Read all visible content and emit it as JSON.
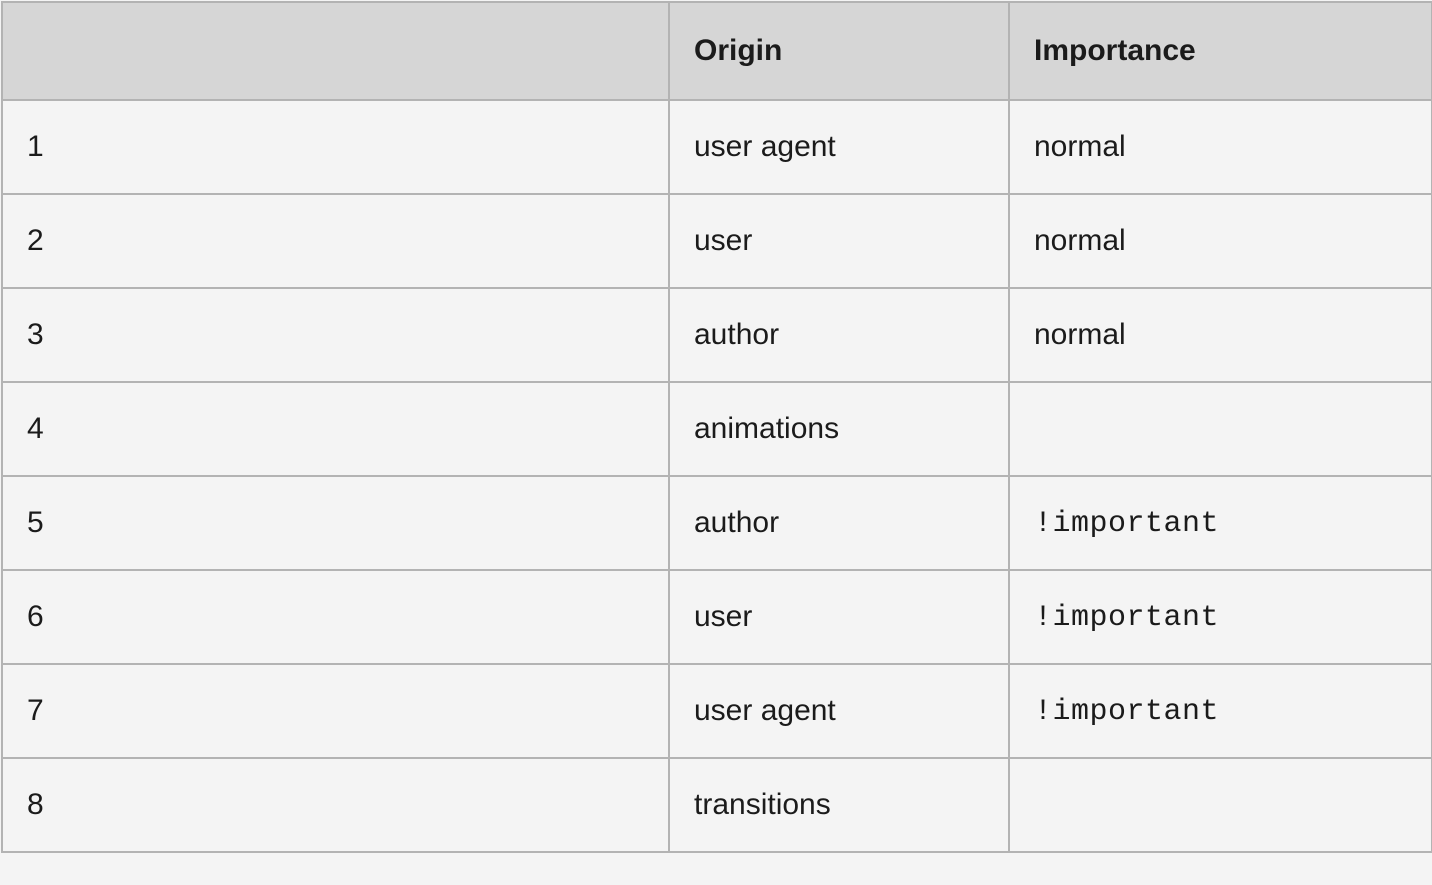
{
  "table": {
    "headers": [
      "",
      "Origin",
      "Importance"
    ],
    "rows": [
      {
        "order": "1",
        "origin": "user agent",
        "importance": "normal",
        "importance_code": false
      },
      {
        "order": "2",
        "origin": "user",
        "importance": "normal",
        "importance_code": false
      },
      {
        "order": "3",
        "origin": "author",
        "importance": "normal",
        "importance_code": false
      },
      {
        "order": "4",
        "origin": "animations",
        "importance": "",
        "importance_code": false
      },
      {
        "order": "5",
        "origin": "author",
        "importance": "!important",
        "importance_code": true
      },
      {
        "order": "6",
        "origin": "user",
        "importance": "!important",
        "importance_code": true
      },
      {
        "order": "7",
        "origin": "user agent",
        "importance": "!important",
        "importance_code": true
      },
      {
        "order": "8",
        "origin": "transitions",
        "importance": "",
        "importance_code": false
      }
    ]
  },
  "colors": {
    "header_background": "#d6d6d6",
    "cell_background": "#f4f4f4",
    "border": "#b3b3b3",
    "text": "#1b1b1b"
  }
}
